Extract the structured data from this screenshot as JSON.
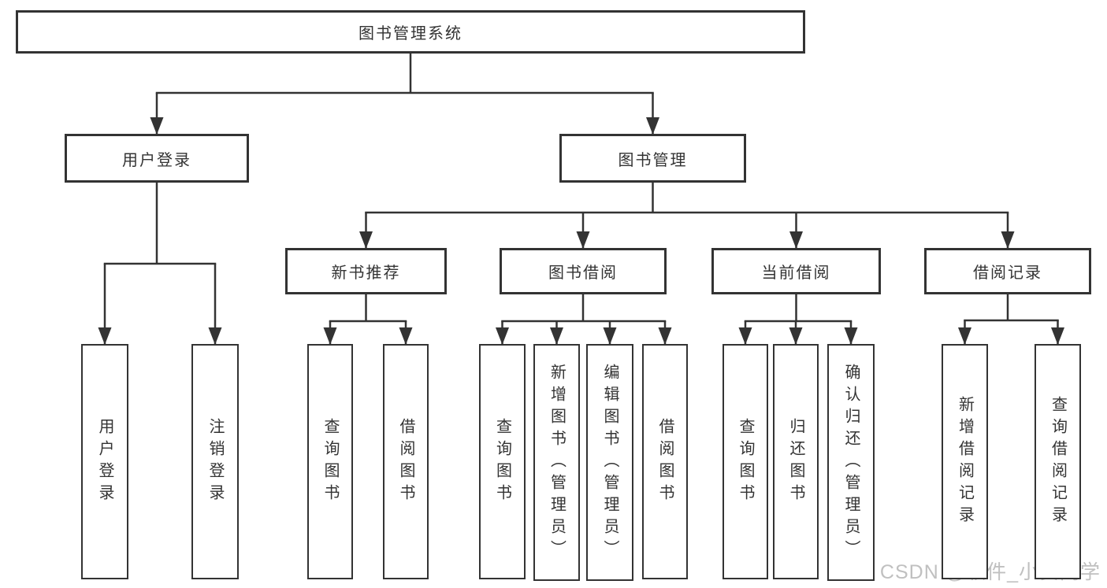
{
  "diagram": {
    "title": "图书管理系统",
    "nodes": [
      {
        "id": "root",
        "label": "图书管理系统",
        "level": 1,
        "parent": null
      },
      {
        "id": "user-login",
        "label": "用户登录",
        "level": 2,
        "parent": "root"
      },
      {
        "id": "book-mgmt",
        "label": "图书管理",
        "level": 2,
        "parent": "root"
      },
      {
        "id": "new-book-rec",
        "label": "新书推荐",
        "level": 3,
        "parent": "book-mgmt"
      },
      {
        "id": "book-borrow",
        "label": "图书借阅",
        "level": 3,
        "parent": "book-mgmt"
      },
      {
        "id": "current-borrow",
        "label": "当前借阅",
        "level": 3,
        "parent": "book-mgmt"
      },
      {
        "id": "borrow-records",
        "label": "借阅记录",
        "level": 3,
        "parent": "book-mgmt"
      },
      {
        "id": "leaf-user-login",
        "label": "用户登录",
        "level": 4,
        "parent": "user-login"
      },
      {
        "id": "leaf-logout",
        "label": "注销登录",
        "level": 4,
        "parent": "user-login"
      },
      {
        "id": "leaf-query-book-1",
        "label": "查询图书",
        "level": 4,
        "parent": "new-book-rec"
      },
      {
        "id": "leaf-borrow-book-1",
        "label": "借阅图书",
        "level": 4,
        "parent": "new-book-rec"
      },
      {
        "id": "leaf-query-book-2",
        "label": "查询图书",
        "level": 4,
        "parent": "book-borrow"
      },
      {
        "id": "leaf-add-book",
        "label": "新增图书（管理员）",
        "level": 4,
        "parent": "book-borrow"
      },
      {
        "id": "leaf-edit-book",
        "label": "编辑图书（管理员）",
        "level": 4,
        "parent": "book-borrow"
      },
      {
        "id": "leaf-borrow-book-2",
        "label": "借阅图书",
        "level": 4,
        "parent": "book-borrow"
      },
      {
        "id": "leaf-query-book-3",
        "label": "查询图书",
        "level": 4,
        "parent": "current-borrow"
      },
      {
        "id": "leaf-return-book",
        "label": "归还图书",
        "level": 4,
        "parent": "current-borrow"
      },
      {
        "id": "leaf-confirm-return",
        "label": "确认归还（管理员）",
        "level": 4,
        "parent": "current-borrow"
      },
      {
        "id": "leaf-add-record",
        "label": "新增借阅记录",
        "level": 4,
        "parent": "borrow-records"
      },
      {
        "id": "leaf-query-record",
        "label": "查询借阅记录",
        "level": 4,
        "parent": "borrow-records"
      }
    ]
  },
  "watermark": {
    "text": "CSDN @软件_小贺同学",
    "color": "#c0c0c0"
  },
  "colors": {
    "line": "#333333",
    "text": "#333333",
    "background": "#ffffff"
  }
}
